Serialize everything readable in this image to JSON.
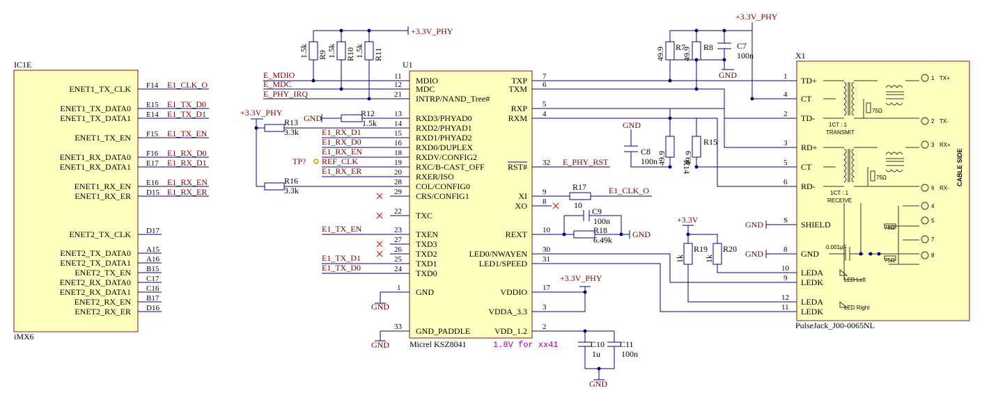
{
  "ic1e": {
    "ref": "IC1E",
    "part": "iMX6",
    "pins": [
      {
        "name": "ENET1_TX_CLK",
        "ball": "F14",
        "net": "E1_CLK_O"
      },
      {
        "name": "ENET1_TX_DATA0",
        "ball": "E15",
        "net": "E1_TX_D0"
      },
      {
        "name": "ENET1_TX_DATA1",
        "ball": "E14",
        "net": "E1_TX_D1"
      },
      {
        "name": "ENET1_TX_EN",
        "ball": "F15",
        "net": "E1_TX_EN"
      },
      {
        "name": "ENET1_RX_DATA0",
        "ball": "F16",
        "net": "E1_RX_D0"
      },
      {
        "name": "ENET1_RX_DATA1",
        "ball": "E17",
        "net": "E1_RX_D1"
      },
      {
        "name": "ENET1_RX_EN",
        "ball": "E16",
        "net": "E1_RX_EN"
      },
      {
        "name": "ENET1_RX_ER",
        "ball": "D15",
        "net": "E1_RX_ER"
      },
      {
        "name": "ENET2_TX_CLK",
        "ball": "D17",
        "net": ""
      },
      {
        "name": "ENET2_TX_DATA0",
        "ball": "A15",
        "net": ""
      },
      {
        "name": "ENET2_TX_DATA1",
        "ball": "A16",
        "net": ""
      },
      {
        "name": "ENET2_TX_EN",
        "ball": "B15",
        "net": ""
      },
      {
        "name": "ENET2_RX_DATA0",
        "ball": "C17",
        "net": ""
      },
      {
        "name": "ENET2_RX_DATA1",
        "ball": "C16",
        "net": ""
      },
      {
        "name": "ENET2_RX_EN",
        "ball": "B17",
        "net": ""
      },
      {
        "name": "ENET2_RX_ER",
        "ball": "D16",
        "net": ""
      }
    ]
  },
  "u1": {
    "ref": "U1",
    "part": "Micrel KSZ8041",
    "note": "1.8V for xx41",
    "left_pins": [
      {
        "name": "MDIO",
        "num": "11"
      },
      {
        "name": "MDC",
        "num": "12"
      },
      {
        "name": "INTRP/NAND_Tree#",
        "num": "21"
      },
      {
        "name": "RXD3/PHYAD0",
        "num": "13"
      },
      {
        "name": "RXD2/PHYAD1",
        "num": "14"
      },
      {
        "name": "RXD1/PHYAD2",
        "num": "15"
      },
      {
        "name": "RXD0/DUPLEX",
        "num": "16"
      },
      {
        "name": "RXDV/CONFIG2",
        "num": "18"
      },
      {
        "name": "RXC/B-CAST_OFF",
        "num": "19"
      },
      {
        "name": "RXER/ISO",
        "num": "20"
      },
      {
        "name": "COL/CONFIG0",
        "num": "28"
      },
      {
        "name": "CRS/CONFIG1",
        "num": "29"
      },
      {
        "name": "TXC",
        "num": "22"
      },
      {
        "name": "TXEN",
        "num": "23"
      },
      {
        "name": "TXD3",
        "num": "27"
      },
      {
        "name": "TXD2",
        "num": "26"
      },
      {
        "name": "TXD1",
        "num": "25"
      },
      {
        "name": "TXD0",
        "num": "24"
      },
      {
        "name": "GND",
        "num": "1"
      },
      {
        "name": "GND_PADDLE",
        "num": "33"
      }
    ],
    "right_pins": [
      {
        "name": "TXP",
        "num": "7"
      },
      {
        "name": "TXM",
        "num": "6"
      },
      {
        "name": "RXP",
        "num": "5"
      },
      {
        "name": "RXM",
        "num": "4"
      },
      {
        "name": "RST#",
        "num": "32"
      },
      {
        "name": "XI",
        "num": "9"
      },
      {
        "name": "XO",
        "num": "8"
      },
      {
        "name": "REXT",
        "num": "10"
      },
      {
        "name": "LED0/NWAYEN",
        "num": "30"
      },
      {
        "name": "LED1/SPEED",
        "num": "31"
      },
      {
        "name": "VDDIO",
        "num": "17"
      },
      {
        "name": "VDDA_3.3",
        "num": "3"
      },
      {
        "name": "VDD_1.2",
        "num": "2"
      }
    ]
  },
  "x1": {
    "ref": "X1",
    "part": "PulseJack_J00-0065NL",
    "side_label": "CABLE SIDE",
    "pins": [
      {
        "name": "TD+",
        "num": "1"
      },
      {
        "name": "CT",
        "num": "4"
      },
      {
        "name": "TD-",
        "num": "2"
      },
      {
        "name": "RD+",
        "num": "3"
      },
      {
        "name": "CT",
        "num": "5"
      },
      {
        "name": "RD-",
        "num": "6"
      },
      {
        "name": "SHIELD",
        "num": "S"
      },
      {
        "name": "GND",
        "num": "8"
      },
      {
        "name": "LEDA",
        "num": "10"
      },
      {
        "name": "LEDK",
        "num": "9"
      },
      {
        "name": "LEDA",
        "num": "12"
      },
      {
        "name": "LEDK",
        "num": "11"
      }
    ],
    "inner": {
      "ratio_tx": "1CT : 1",
      "transmit": "TRANSMIT",
      "ratio_rx": "1CT : 1",
      "receive": "RECEIVE",
      "r75": "75Ω",
      "cap": "0.001µF",
      "led_left": "LED Left",
      "led_right": "LED Right",
      "tx_plus": "TX+",
      "tx_minus": "TX-",
      "rx_plus": "RX+",
      "rx_minus": "RX-",
      "cable_pins": [
        "1",
        "2",
        "3",
        "6",
        "4",
        "5",
        "7",
        "8"
      ]
    }
  },
  "nets": {
    "mdio": "E_MDIO",
    "mdc": "E_MDC",
    "phy_irq": "E_PHY_IRQ",
    "rx_d1": "E1_RX_D1",
    "rx_d0": "E1_RX_D0",
    "rx_en": "E1_RX_EN",
    "ref_clk": "REF_CLK",
    "rx_er": "E1_RX_ER",
    "tx_en": "E1_TX_EN",
    "tx_d1": "E1_TX_D1",
    "tx_d0": "E1_TX_D0",
    "phy_rst": "E_PHY_RST",
    "clk_o": "E1_CLK_O",
    "tp": "TP?"
  },
  "power": {
    "v33": "+3.3V_PHY",
    "v33b": "+3.3V",
    "gnd": "GND"
  },
  "components": {
    "R9": {
      "ref": "R9",
      "value": "1.5k"
    },
    "R10": {
      "ref": "R10",
      "value": "1.5k"
    },
    "R11": {
      "ref": "R11",
      "value": "1.5k"
    },
    "R7": {
      "ref": "R7",
      "value": "49.9"
    },
    "R8": {
      "ref": "R8",
      "value": "49.9"
    },
    "C7": {
      "ref": "C7",
      "value": "100n"
    },
    "R12": {
      "ref": "R12",
      "value": "1.5k"
    },
    "R13": {
      "ref": "R13",
      "value": "3.3k"
    },
    "R16": {
      "ref": "R16",
      "value": "3.3k"
    },
    "R14": {
      "ref": "R14",
      "value": "49.9"
    },
    "R15": {
      "ref": "R15",
      "value": "49.9"
    },
    "C8": {
      "ref": "C8",
      "value": "100n"
    },
    "R17": {
      "ref": "R17",
      "value": "10"
    },
    "C9": {
      "ref": "C9",
      "value": "100n"
    },
    "R18": {
      "ref": "R18",
      "value": "6.49k"
    },
    "R19": {
      "ref": "R19",
      "value": "1k"
    },
    "R20": {
      "ref": "R20",
      "value": "1k"
    },
    "C10": {
      "ref": "C10",
      "value": "1u"
    },
    "C11": {
      "ref": "C11",
      "value": "100n"
    }
  }
}
